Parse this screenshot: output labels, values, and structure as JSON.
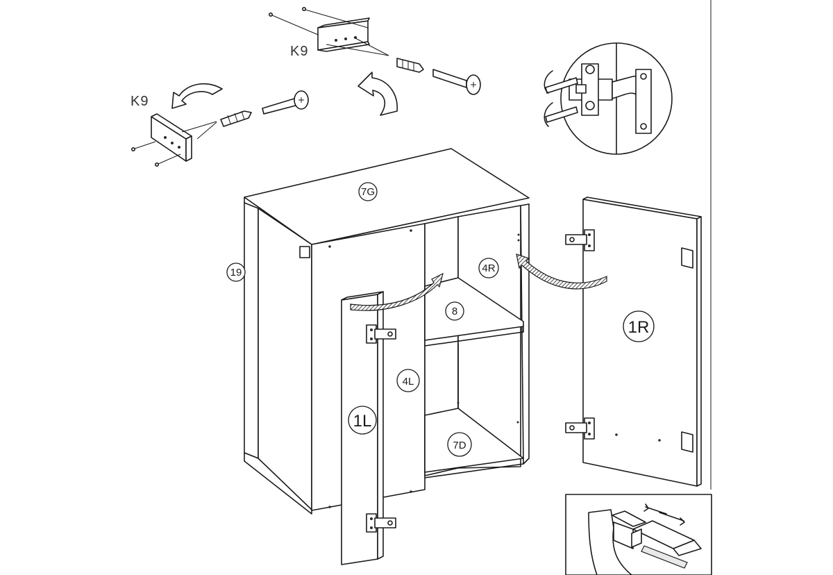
{
  "labels": {
    "top": "7G",
    "side_panel": "19",
    "right_side": "4R",
    "shelf": "8",
    "left_side": "4L",
    "bottom": "7D",
    "door_left": "1L",
    "door_right": "1R"
  },
  "callouts": {
    "bracket_top": "K9",
    "bracket_left": "K9"
  },
  "colors": {
    "line": "#1a1a1a",
    "text": "#333333",
    "background": "#ffffff"
  },
  "insets": {
    "hinge_detail": "hinge-adjustment-detail",
    "rail_detail": "rail-adjustment-detail"
  }
}
